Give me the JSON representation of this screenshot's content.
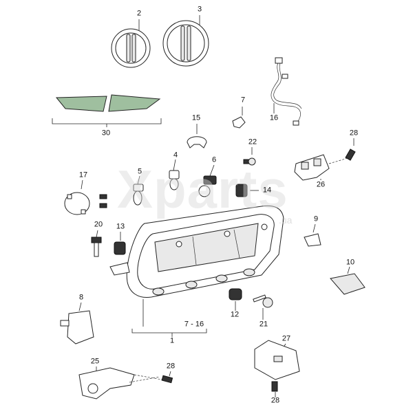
{
  "watermark": {
    "text": "Xparts",
    "sub": ".ua"
  },
  "labels": {
    "p1": "1",
    "p2": "2",
    "p3": "3",
    "p4": "4",
    "p5": "5",
    "p6": "6",
    "p7": "7",
    "p8": "8",
    "p9": "9",
    "p10": "10",
    "p12": "12",
    "p13": "13",
    "p14": "14",
    "p15": "15",
    "p16": "16",
    "p17": "17",
    "p20": "20",
    "p21": "21",
    "p22": "22",
    "p25": "25",
    "p26": "26",
    "p27": "27",
    "p28a": "28",
    "p28b": "28",
    "p28c": "28",
    "p30": "30",
    "range": "7 - 16"
  }
}
